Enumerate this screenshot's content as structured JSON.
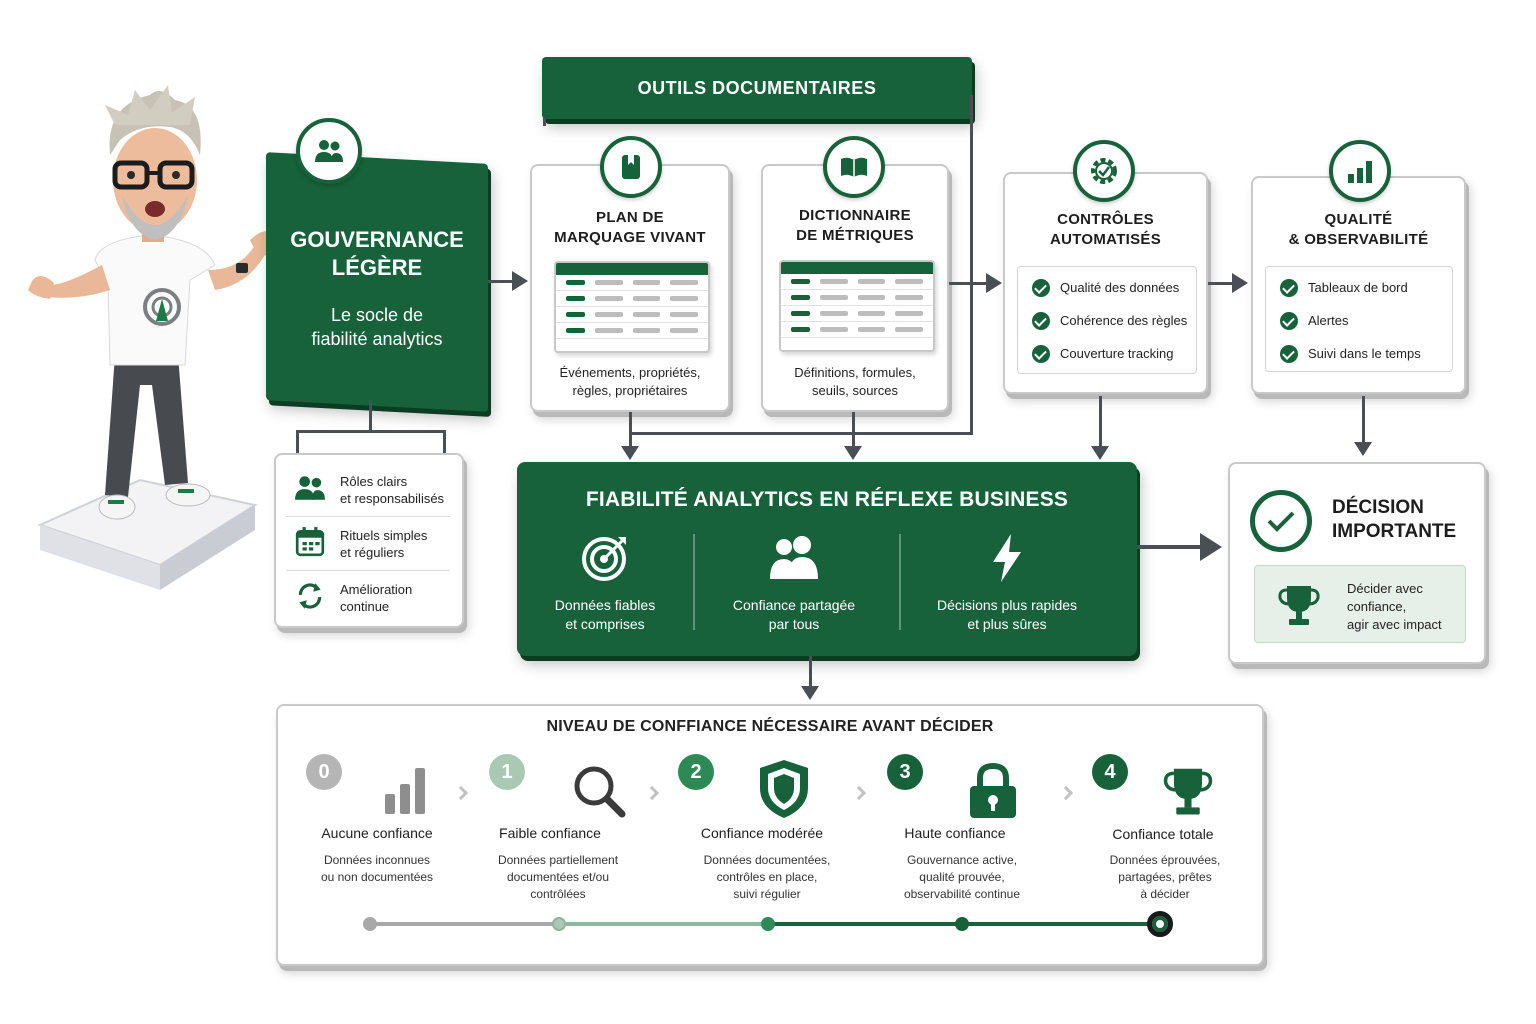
{
  "colors": {
    "brand_green": "#17623a",
    "dark_green": "#0c3d22",
    "light_green_bg": "#e7efe9",
    "connector": "#4a4f55"
  },
  "outils": {
    "title": "OUTILS DOCUMENTAIRES"
  },
  "gouvernance": {
    "title_line1": "GOUVERNANCE",
    "title_line2": "LÉGÈRE",
    "subtitle_line1": "Le socle de",
    "subtitle_line2": "fiabilité analytics",
    "icon": "people-icon",
    "items": [
      {
        "line1": "Rôles clairs",
        "line2": "et responsabilisés",
        "icon": "people-icon"
      },
      {
        "line1": "Rituels simples",
        "line2": "et réguliers",
        "icon": "calendar-icon"
      },
      {
        "line1": "Amélioration",
        "line2": "continue",
        "icon": "refresh-icon"
      }
    ]
  },
  "plan": {
    "title_line1": "PLAN DE",
    "title_line2": "MARQUAGE VIVANT",
    "caption_line1": "Événements, propriétés,",
    "caption_line2": "règles, propriétaires",
    "icon": "tag-icon"
  },
  "dictionnaire": {
    "title_line1": "DICTIONNAIRE",
    "title_line2": "DE MÉTRIQUES",
    "caption_line1": "Définitions, formules,",
    "caption_line2": "seuils, sources",
    "icon": "book-icon"
  },
  "controles": {
    "title_line1": "CONTRÔLES",
    "title_line2": "AUTOMATISÉS",
    "icon": "gear-check-icon",
    "items": [
      "Qualité des données",
      "Cohérence des règles",
      "Couverture tracking"
    ]
  },
  "qualite": {
    "title_line1": "QUALITÉ",
    "title_line2": "& OBSERVABILITÉ",
    "icon": "bar-chart-icon",
    "items": [
      "Tableaux de bord",
      "Alertes",
      "Suivi dans le temps"
    ]
  },
  "fiabilite": {
    "title": "FIABILITÉ ANALYTICS EN RÉFLEXE BUSINESS",
    "pillars": [
      {
        "line1": "Données fiables",
        "line2": "et comprises",
        "icon": "target-icon"
      },
      {
        "line1": "Confiance partagée",
        "line2": "par tous",
        "icon": "people-icon"
      },
      {
        "line1": "Décisions plus rapides",
        "line2": "et plus sûres",
        "icon": "lightning-icon"
      }
    ]
  },
  "decision": {
    "title_line1": "DÉCISION",
    "title_line2": "IMPORTANTE",
    "box_line1": "Décider avec",
    "box_line2": "confiance,",
    "box_line3": "agir avec impact",
    "icon": "trophy-icon"
  },
  "niveaux": {
    "title": "NIVEAU DE CONFFIANCE NÉCESSAIRE AVANT DÉCIDER",
    "levels": [
      {
        "num": "0",
        "name": "Aucune confiance",
        "desc1": "Données inconnues",
        "desc2": "ou non documentées",
        "desc3": "",
        "icon": "bar-chart-icon",
        "color": "#b5b5b5"
      },
      {
        "num": "1",
        "name": "Faible confiance",
        "desc1": "Données partiellement",
        "desc2": "documentées et/ou",
        "desc3": "contrôlées",
        "icon": "magnifier-icon",
        "color": "#a9c9b4"
      },
      {
        "num": "2",
        "name": "Confiance modérée",
        "desc1": "Données documentées,",
        "desc2": "contrôles en place,",
        "desc3": "suivi régulier",
        "icon": "shield-icon",
        "color": "#2e8a55"
      },
      {
        "num": "3",
        "name": "Haute confiance",
        "desc1": "Gouvernance active,",
        "desc2": "qualité prouvée,",
        "desc3": "observabilité continue",
        "icon": "lock-icon",
        "color": "#17623a"
      },
      {
        "num": "4",
        "name": "Confiance totale",
        "desc1": "Données éprouvées,",
        "desc2": "partagées, prêtes",
        "desc3": "à décider",
        "icon": "trophy-icon",
        "color": "#17623a"
      }
    ]
  }
}
